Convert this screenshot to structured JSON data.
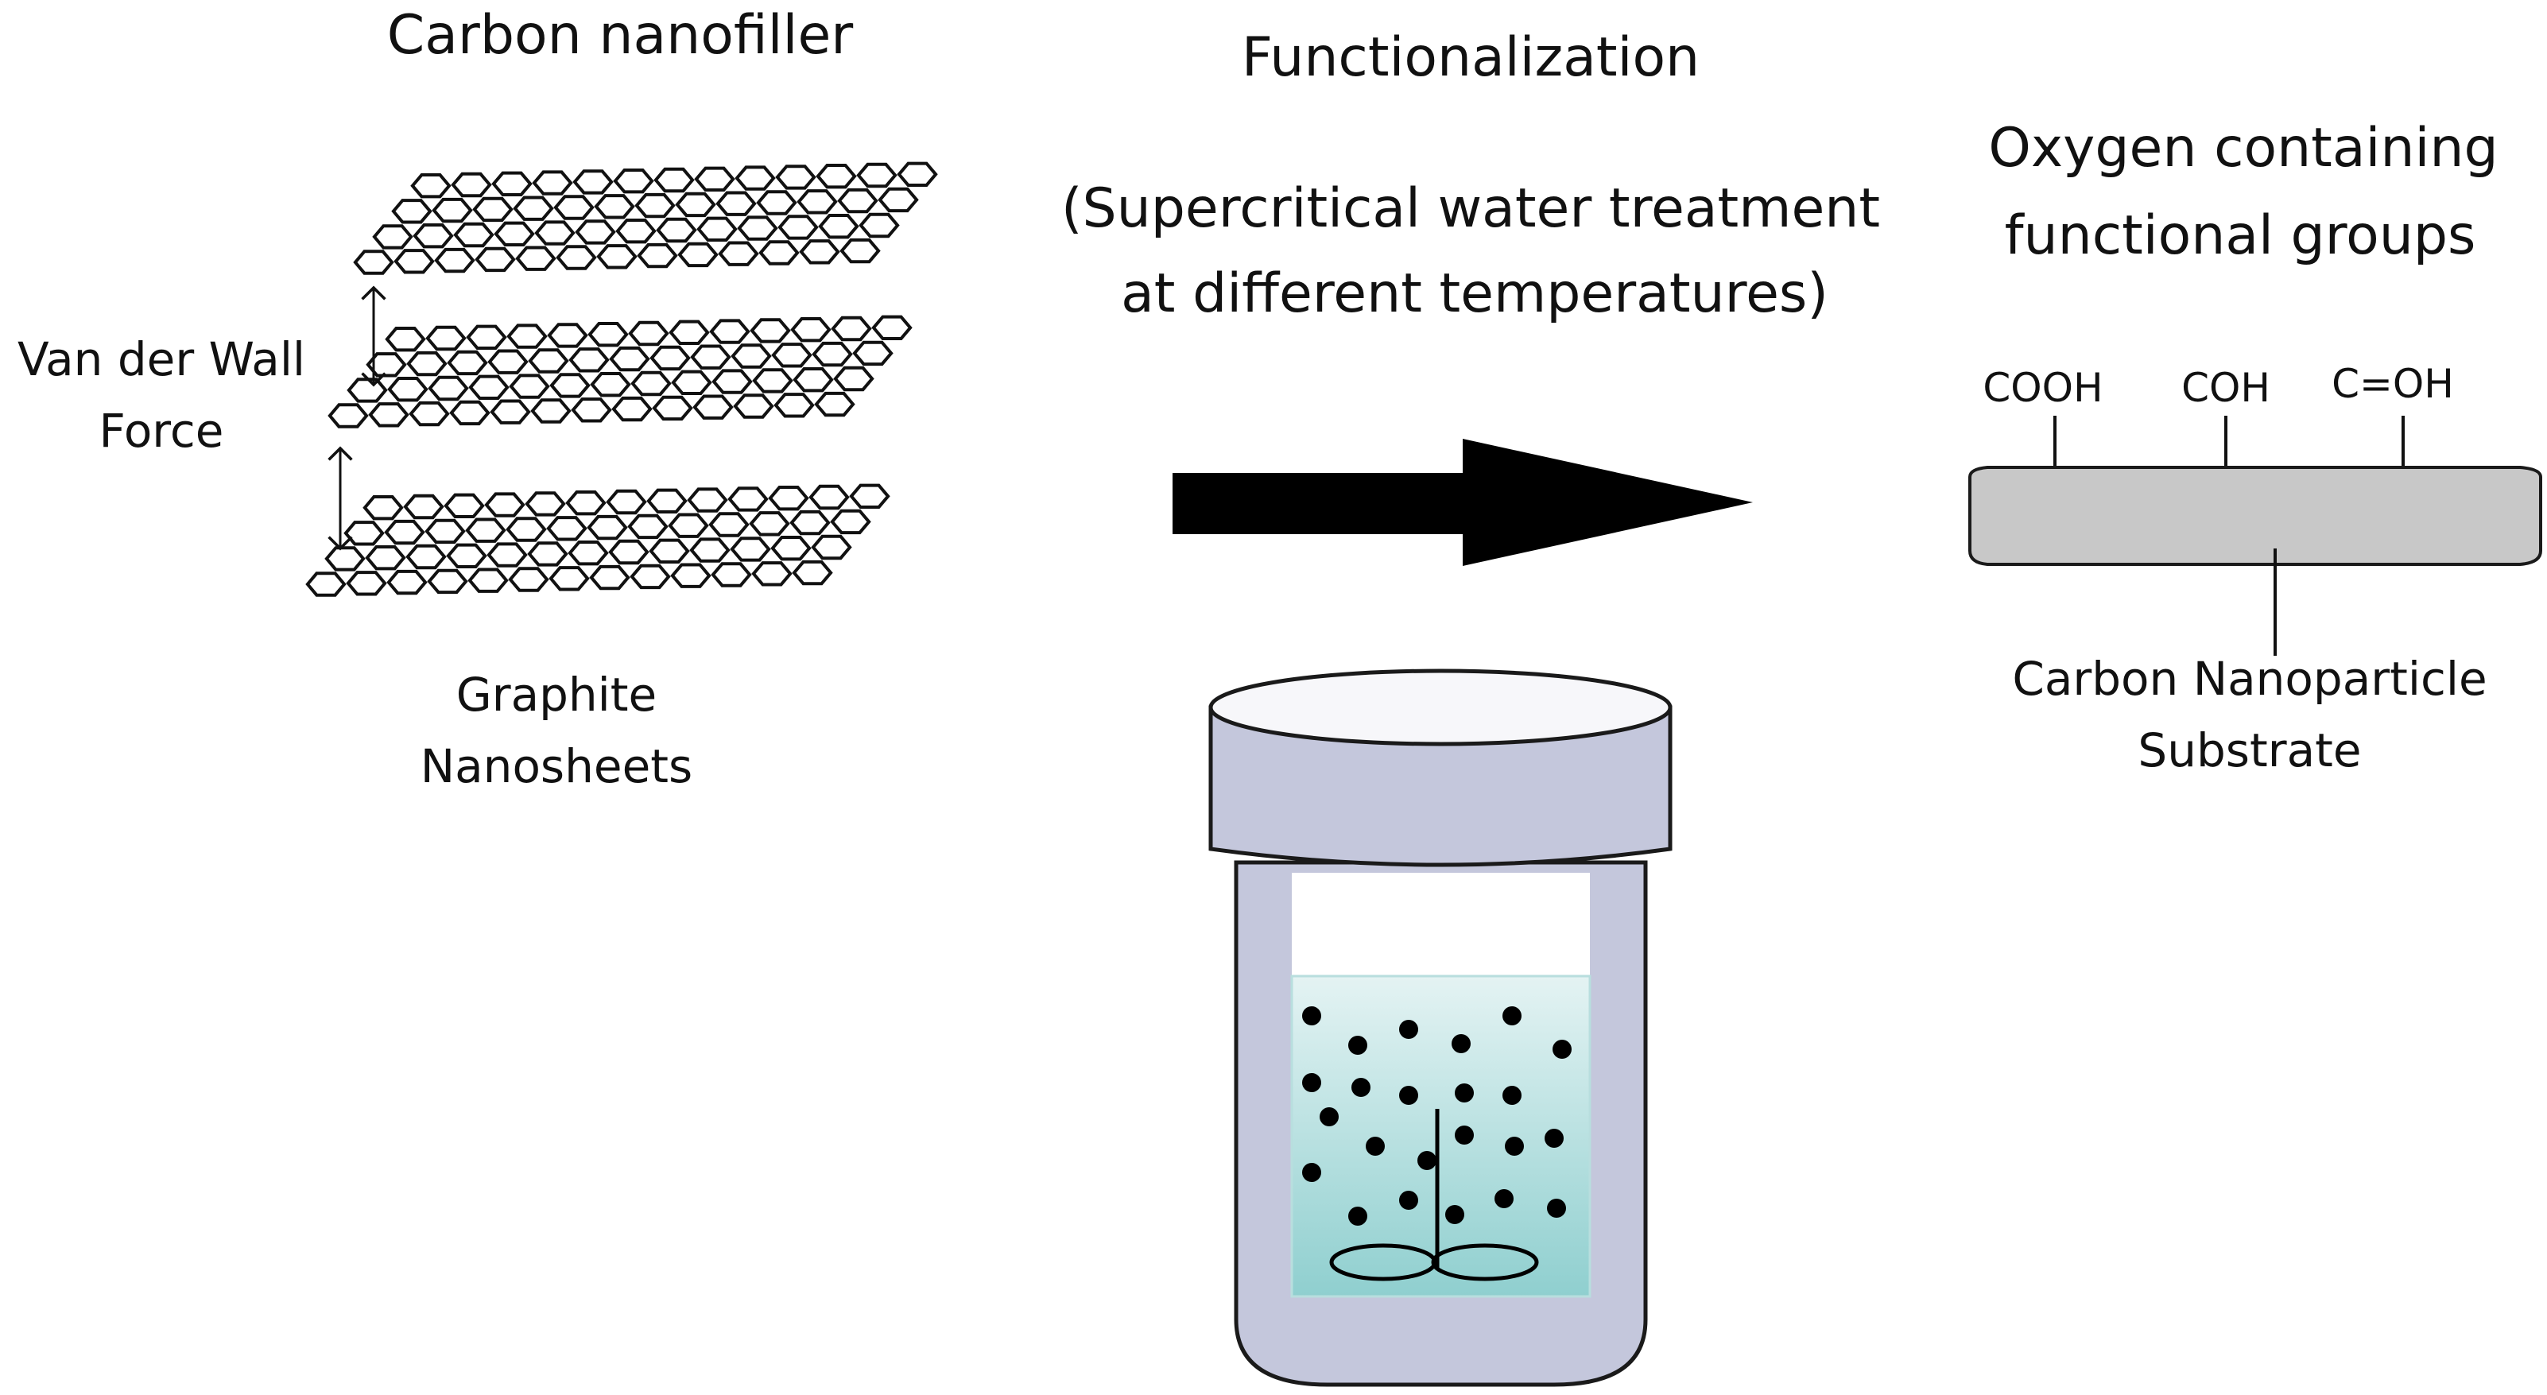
{
  "graphite": {
    "title": "Carbon nanofiller",
    "force_label": [
      "Van der Wall",
      "Force"
    ],
    "name": [
      "Graphite",
      "Nanosheets"
    ]
  },
  "process": {
    "title": "Functionalization",
    "subtitle": [
      "(Supercritical water treatment",
      "at different temperatures)"
    ]
  },
  "product": {
    "title": [
      "Oxygen containing",
      "functional groups"
    ],
    "groups": [
      "COOH",
      "COH",
      "C=OH"
    ],
    "substrate": [
      "Carbon Nanoparticle",
      "Substrate"
    ]
  },
  "colors": {
    "jar_body": "#c4c7dc",
    "jar_outline": "#1a1a1a",
    "liquid_top": "#e4f3f3",
    "liquid_bottom": "#8fcfcf",
    "substrate_fill": "#c8c8c8",
    "arrow": "#000000"
  }
}
